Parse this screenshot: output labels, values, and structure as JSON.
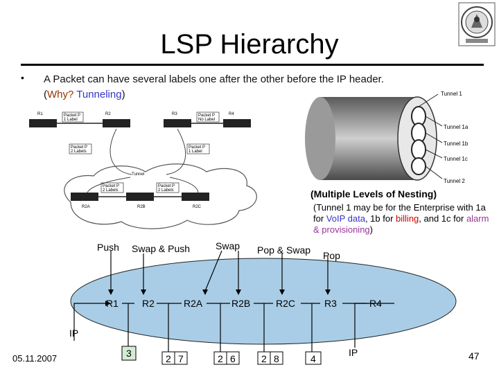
{
  "slide": {
    "title": "LSP Hierarchy",
    "bullet_char": "•",
    "bullet_line1": "A Packet can have several labels one after the other before the IP header.",
    "paren_open": "(",
    "why": "Why?",
    "tunneling": "Tunneling",
    "paren_close": ")",
    "date": "05.11.2007",
    "page_number": "47"
  },
  "top_diagram": {
    "routers": [
      "R1",
      "R2",
      "R3",
      "R4",
      "R2A",
      "R2B",
      "R2C"
    ],
    "packet_labels": [
      "Packet P",
      "1 Label",
      "Packet P",
      "No Label",
      "Packet P",
      "2 Labels",
      "Packet P",
      "1 Label",
      "Packet P",
      "2 Labels",
      "Packet P",
      "2 Labels"
    ],
    "tunnel_label": "Tunnel"
  },
  "tunnel_image": {
    "labels": [
      "Tunnel 1",
      "Tunnel 1a",
      "Tunnel 1b",
      "Tunnel 1c",
      "Tunnel 2"
    ],
    "caption": "(Multiple Levels of Nesting)",
    "note_prefix": "(Tunnel 1 may be for the Enterprise with 1a for ",
    "voip": "VoIP data",
    "note_mid": ", 1b for ",
    "billing": "billing",
    "note_mid2": ", and 1c for ",
    "alarm": "alarm & provisioning",
    "note_suffix": ")"
  },
  "operations": {
    "push": "Push",
    "swap_push": "Swap & Push",
    "swap": "Swap",
    "pop_swap": "Pop & Swap",
    "pop": "Pop"
  },
  "routers_bottom": {
    "r1": "R1",
    "r2": "R2",
    "r2a": "R2A",
    "r2b": "R2B",
    "r2c": "R2C",
    "r3": "R3",
    "r4": "R4"
  },
  "labels": {
    "ip_left": "IP",
    "l3": "3",
    "l2_7a": "2",
    "l2_7b": "7",
    "l2_6a": "2",
    "l2_6b": "6",
    "l2_8a": "2",
    "l2_8b": "8",
    "l4": "4",
    "ip_right": "IP"
  },
  "colors": {
    "ellipse_fill": "#a9cde6",
    "why": "#993300",
    "tunneling": "#3333cc",
    "voip": "#3333cc",
    "billing": "#cc0000",
    "alarm": "#993399"
  }
}
